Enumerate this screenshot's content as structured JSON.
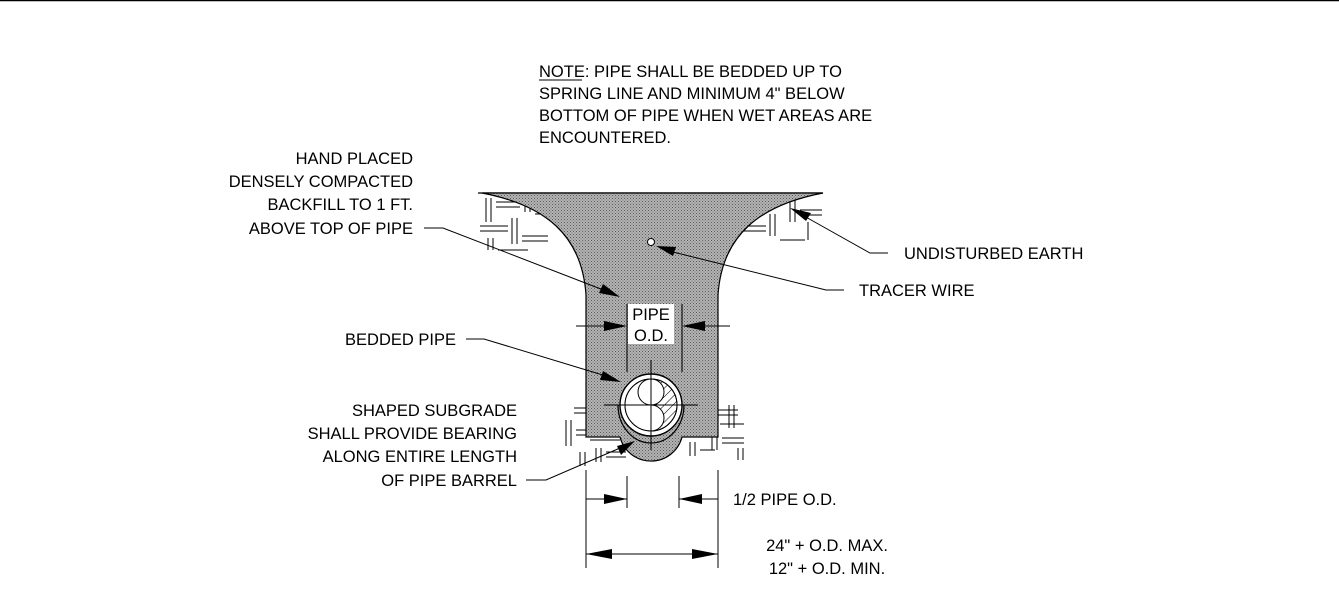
{
  "note": {
    "label": "NOTE",
    "lines": [
      ": PIPE SHALL BE BEDDED UP TO",
      "SPRING LINE AND MINIMUM 4\" BELOW",
      "BOTTOM OF PIPE WHEN WET AREAS ARE",
      "ENCOUNTERED."
    ]
  },
  "labels": {
    "backfill": [
      "HAND PLACED",
      "DENSELY COMPACTED",
      "BACKFILL TO 1 FT.",
      "ABOVE TOP OF PIPE"
    ],
    "bedded_pipe": "BEDDED PIPE",
    "subgrade": [
      "SHAPED SUBGRADE",
      "SHALL PROVIDE BEARING",
      "ALONG ENTIRE LENGTH",
      "OF PIPE BARREL"
    ],
    "undisturbed": "UNDISTURBED EARTH",
    "tracer": "TRACER WIRE",
    "pipe_od": [
      "PIPE",
      "O.D."
    ],
    "half_od": "1/2 PIPE O.D.",
    "width": [
      "24\" + O.D. MAX.",
      "12\" + O.D. MIN."
    ]
  },
  "colors": {
    "line": "#000000",
    "backfill_fill": "#9a9a9a",
    "background": "#ffffff"
  }
}
